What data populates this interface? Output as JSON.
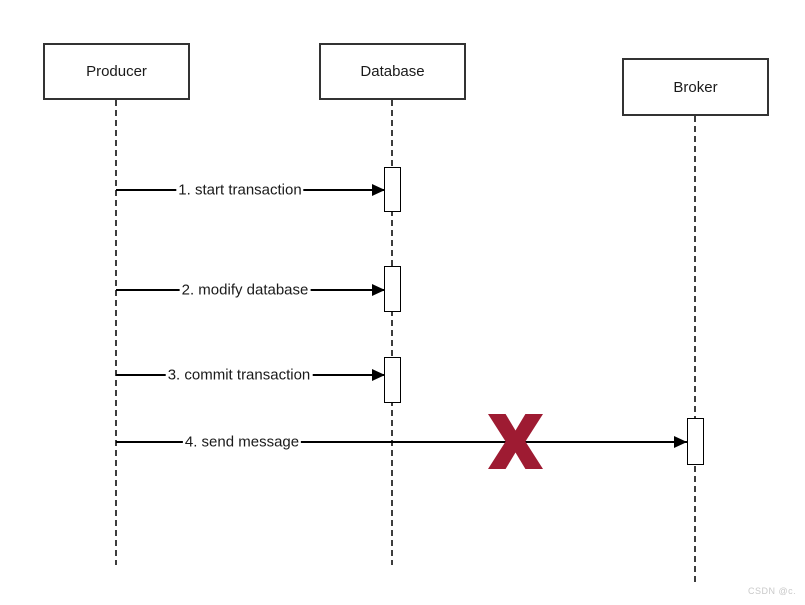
{
  "diagram": {
    "type": "sequence-diagram",
    "actors": [
      {
        "name": "Producer"
      },
      {
        "name": "Database"
      },
      {
        "name": "Broker"
      }
    ],
    "messages": [
      {
        "label": "1. start transaction",
        "from": "Producer",
        "to": "Database",
        "status": "delivered"
      },
      {
        "label": "2. modify database",
        "from": "Producer",
        "to": "Database",
        "status": "delivered"
      },
      {
        "label": "3. commit transaction",
        "from": "Producer",
        "to": "Database",
        "status": "delivered"
      },
      {
        "label": "4. send message",
        "from": "Producer",
        "to": "Broker",
        "status": "failed",
        "failure_marker": "X"
      }
    ],
    "colors": {
      "failure_x": "#9e1b32",
      "line": "#000000",
      "box_border": "#333333",
      "background": "#ffffff"
    }
  },
  "watermark": "CSDN @c."
}
